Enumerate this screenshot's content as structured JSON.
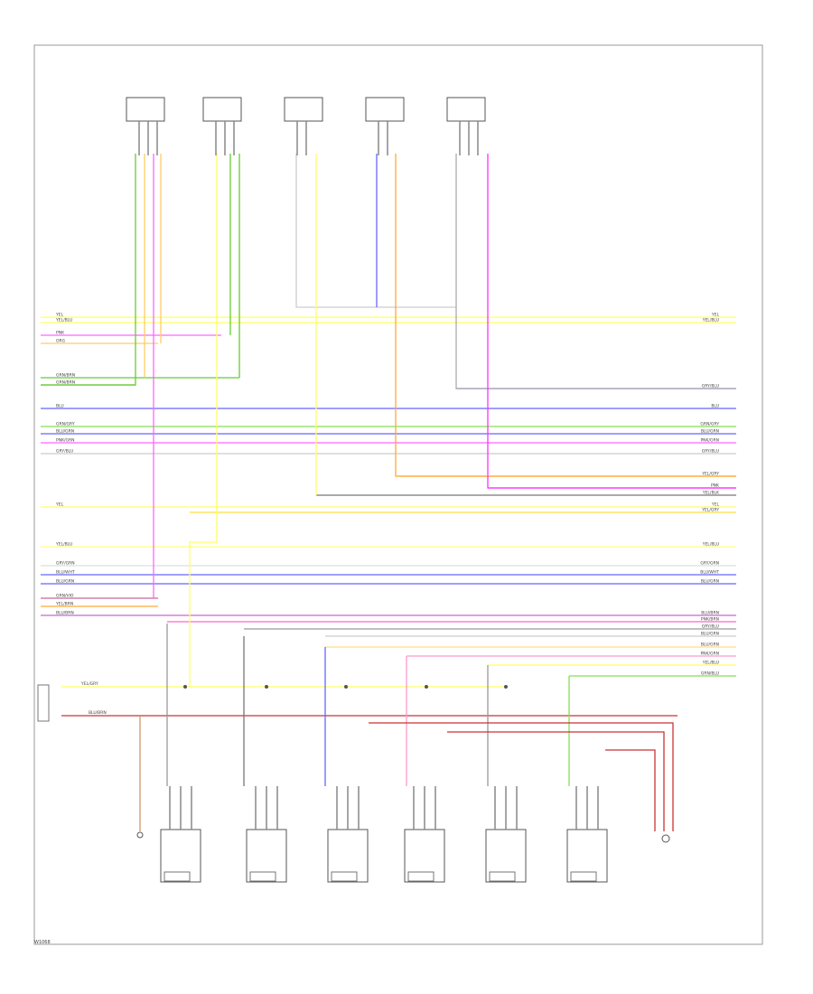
{
  "diagram": {
    "figure_code": "W1068",
    "footer_note": "",
    "top_components": [
      {
        "id": "c1",
        "lines": [
          "",
          "",
          "",
          ""
        ]
      },
      {
        "id": "c2",
        "lines": [
          "",
          "",
          "",
          ""
        ]
      },
      {
        "id": "c3",
        "lines": [
          "",
          "",
          ""
        ]
      },
      {
        "id": "c4",
        "lines": [
          "",
          "",
          ""
        ]
      },
      {
        "id": "c5",
        "lines": [
          "",
          "",
          "",
          ""
        ]
      }
    ],
    "bus_wires": [
      {
        "id": "w1",
        "color": "#ffff66",
        "label_left": "YEL",
        "label_right": "YEL"
      },
      {
        "id": "w2",
        "color": "#ffff66",
        "label_left": "YEL/BLU",
        "label_right": "YEL/BLU"
      },
      {
        "id": "w3",
        "color": "#ff66ff",
        "label_left": "PNK",
        "label_right": ""
      },
      {
        "id": "w4",
        "color": "#ffcc66",
        "label_left": "ORG",
        "label_right": ""
      },
      {
        "id": "w5",
        "color": "#66cc33",
        "label_left": "GRN/BRN",
        "label_right": ""
      },
      {
        "id": "w6",
        "color": "#66cc33",
        "label_left": "GRN/BRN",
        "label_right": ""
      },
      {
        "id": "w7",
        "color": "#6666ff",
        "label_left": "",
        "label_right": "GRY/BLU"
      },
      {
        "id": "w8",
        "color": "#6666ff",
        "label_left": "BLU",
        "label_right": "BLU"
      },
      {
        "id": "w9",
        "color": "#88dd55",
        "label_left": "GRN/GRY",
        "label_right": "GRN/GRY"
      },
      {
        "id": "w10",
        "color": "#6666ff",
        "label_left": "BLU/GRN",
        "label_right": "BLU/GRN"
      },
      {
        "id": "w11",
        "color": "#ff66ff",
        "label_left": "PNK/GRN",
        "label_right": "PNK/GRN"
      },
      {
        "id": "w12",
        "color": "#cccccc",
        "label_left": "GRY/BLU",
        "label_right": "GRY/BLU"
      },
      {
        "id": "w13",
        "color": "#ffaa33",
        "label_left": "",
        "label_right": "YEL/GRY"
      },
      {
        "id": "w14",
        "color": "#ff33ff",
        "label_left": "",
        "label_right": "PNK"
      },
      {
        "id": "w15",
        "color": "#777777",
        "label_left": "",
        "label_right": "YEL/BLK"
      },
      {
        "id": "w16",
        "color": "#ffff66",
        "label_left": "YEL",
        "label_right": "YEL"
      },
      {
        "id": "w17",
        "color": "#ffdd44",
        "label_left": "",
        "label_right": "YEL/GRY"
      },
      {
        "id": "w18",
        "color": "#ffff88",
        "label_left": "YEL/BLU",
        "label_right": "YEL/BLU"
      },
      {
        "id": "w19",
        "color": "#dddddd",
        "label_left": "GRY/GRN",
        "label_right": "GRY/GRN"
      },
      {
        "id": "w20",
        "color": "#6666ff",
        "label_left": "BLU/WHT",
        "label_right": "BLU/WHT"
      },
      {
        "id": "w21",
        "color": "#6666ff",
        "label_left": "BLU/GRN",
        "label_right": "BLU/GRN"
      },
      {
        "id": "w22",
        "color": "#cc6699",
        "label_left": "GRN/VIO",
        "label_right": ""
      },
      {
        "id": "w23",
        "color": "#ffaa33",
        "label_left": "YEL/BRN",
        "label_right": ""
      },
      {
        "id": "w24",
        "color": "#cc66cc",
        "label_left": "BLU/BRN",
        "label_right": "BLU/BRN"
      },
      {
        "id": "w25",
        "color": "#ff66cc",
        "label_left": "",
        "label_right": "PNK/BRN"
      },
      {
        "id": "w26",
        "color": "#999999",
        "label_left": "",
        "label_right": "GRY/BLU"
      },
      {
        "id": "w27",
        "color": "#cccccc",
        "label_left": "",
        "label_right": "BLU/GRN"
      },
      {
        "id": "w28",
        "color": "#ffdd88",
        "label_left": "",
        "label_right": "BLU/GRN"
      },
      {
        "id": "w29",
        "color": "#ff99cc",
        "label_left": "",
        "label_right": "PNK/GRN"
      },
      {
        "id": "w30",
        "color": "#ffff66",
        "label_left": "",
        "label_right": "YEL/BLU"
      },
      {
        "id": "w31",
        "color": "#88dd55",
        "label_left": "",
        "label_right": "GRN/BLU"
      }
    ],
    "supply_lines": [
      {
        "id": "s1",
        "color": "#ffff66",
        "label": "YEL/GRY"
      },
      {
        "id": "s2",
        "color": "#cc3333",
        "label": "BLU/BRN"
      }
    ],
    "left_connector_label": "",
    "bottom_components": [
      {
        "id": "b0",
        "label": ""
      },
      {
        "id": "b1",
        "label": ""
      },
      {
        "id": "b2",
        "label": ""
      },
      {
        "id": "b3",
        "label": ""
      },
      {
        "id": "b4",
        "label": ""
      },
      {
        "id": "b5",
        "label": ""
      },
      {
        "id": "b6",
        "label": ""
      }
    ],
    "ground_label": "",
    "bottom_caption": "",
    "colors": {
      "frame": "#999999",
      "component_outline": "#555555"
    }
  }
}
